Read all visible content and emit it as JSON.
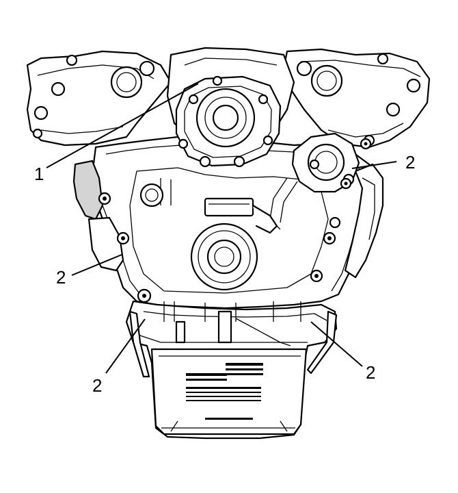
{
  "callouts": [
    {
      "label": "1"
    },
    {
      "label": "2"
    },
    {
      "label": "2"
    },
    {
      "label": "2"
    },
    {
      "label": "2"
    }
  ]
}
